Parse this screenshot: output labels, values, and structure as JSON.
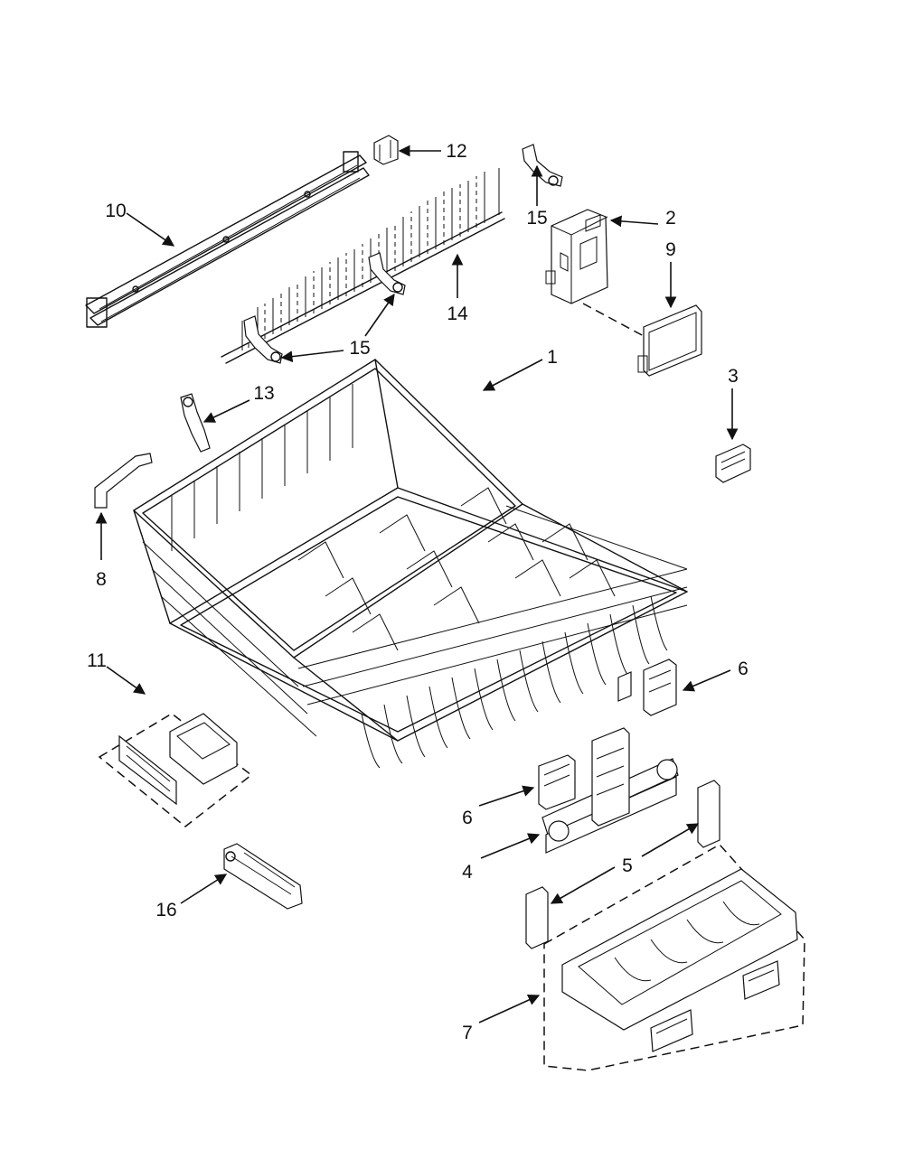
{
  "callouts": {
    "c1": "1",
    "c2": "2",
    "c3": "3",
    "c4": "4",
    "c5": "5",
    "c6a": "6",
    "c6b": "6",
    "c7": "7",
    "c8": "8",
    "c9": "9",
    "c10": "10",
    "c11": "11",
    "c12": "12",
    "c13": "13",
    "c14": "14",
    "c15a": "15",
    "c15b": "15",
    "c16": "16"
  },
  "colors": {
    "ink": "#111111",
    "paper": "#ffffff"
  }
}
